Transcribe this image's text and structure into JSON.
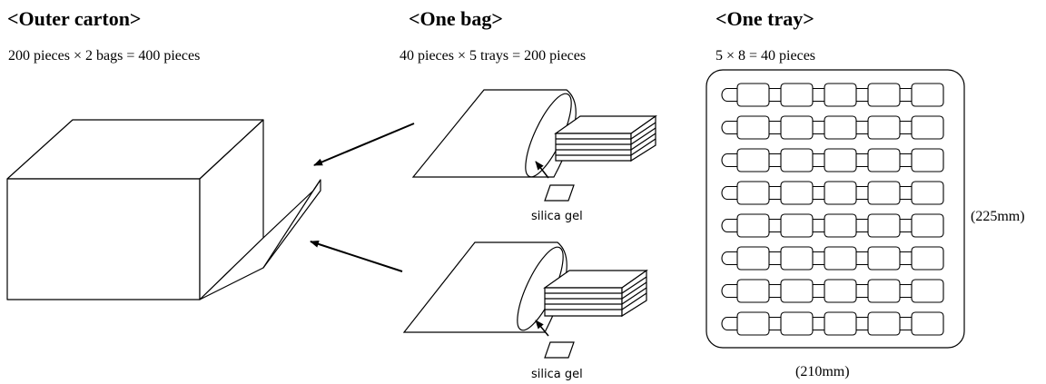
{
  "sections": {
    "outer_carton": {
      "title": "<Outer carton>",
      "formula": "200 pieces × 2 bags = 400 pieces"
    },
    "one_bag": {
      "title": "<One bag>",
      "formula": "40 pieces × 5 trays = 200 pieces",
      "desiccant_label": "silica gel"
    },
    "one_tray": {
      "title": "<One tray>",
      "formula": "5 × 8 = 40 pieces",
      "height_label": "(225mm)",
      "width_label": "(210mm)",
      "grid": {
        "columns": 5,
        "rows": 8
      }
    }
  },
  "colors": {
    "line": "#000000",
    "background": "#ffffff"
  }
}
